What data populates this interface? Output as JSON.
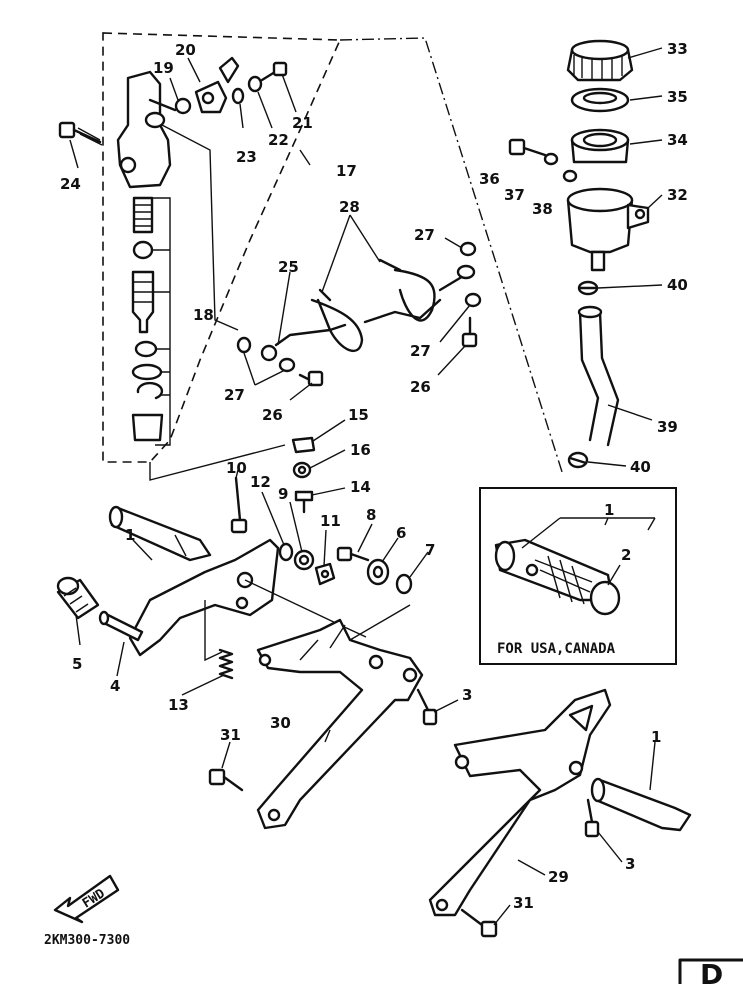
{
  "diagram_code": "2KM300-7300",
  "inset": {
    "title": "FOR USA,CANADA",
    "labels": [
      "1",
      "2"
    ]
  },
  "fwd_label": "FWD",
  "corner_badge": "D",
  "callouts": [
    "1",
    "2",
    "3",
    "4",
    "5",
    "6",
    "7",
    "8",
    "9",
    "10",
    "11",
    "12",
    "13",
    "14",
    "15",
    "16",
    "17",
    "18",
    "19",
    "20",
    "21",
    "22",
    "23",
    "24",
    "25",
    "26",
    "27",
    "28",
    "29",
    "30",
    "31",
    "32",
    "33",
    "34",
    "35",
    "36",
    "37",
    "38",
    "39",
    "40"
  ]
}
